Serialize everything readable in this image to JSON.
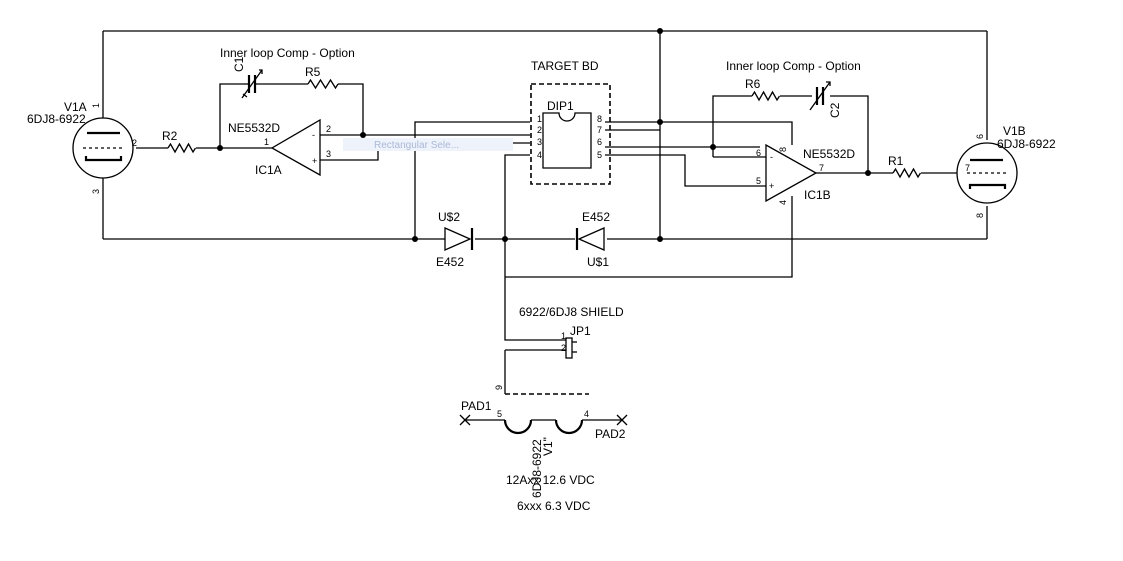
{
  "tubes": {
    "v1a": {
      "ref": "V1A",
      "part": "6DJ8-6922",
      "pins": [
        "1",
        "2",
        "3"
      ]
    },
    "v1b": {
      "ref": "V1B",
      "part": "6DJ8-6922",
      "pins": [
        "6",
        "7",
        "8"
      ]
    },
    "heater": {
      "ref": "V1\"",
      "part": "6DJ8-6922",
      "pins": [
        "5",
        "4"
      ]
    }
  },
  "opamps": {
    "ic1a": {
      "ref": "IC1A",
      "part": "NE5532D",
      "pins": [
        "1",
        "2",
        "3"
      ],
      "minus": "-",
      "plus": "+"
    },
    "ic1b": {
      "ref": "IC1B",
      "part": "NE5532D",
      "pins": [
        "6",
        "5",
        "7",
        "8",
        "4"
      ],
      "minus": "-",
      "plus": "+"
    }
  },
  "resistors": {
    "r1": "R1",
    "r2": "R2",
    "r5": "R5",
    "r6": "R6"
  },
  "capacitors": {
    "c1": "C1",
    "c2": "C2"
  },
  "notes": {
    "comp_left": "Inner loop Comp - Option",
    "comp_right": "Inner loop Comp - Option",
    "target": "TARGET BD",
    "shield": "6922/6DJ8 SHIELD",
    "heater_12": "12Axx 12.6 VDC",
    "heater_6": "6xxx 6.3 VDC",
    "selection_ghost": "Rectangular Sele..."
  },
  "dip": {
    "ref": "DIP1",
    "left_pins": [
      "1",
      "2",
      "3",
      "4"
    ],
    "right_pins": [
      "8",
      "7",
      "6",
      "5"
    ]
  },
  "diodes": {
    "us2": {
      "ref": "U$2",
      "part": "E452"
    },
    "us1": {
      "ref": "U$1",
      "part": "E452"
    }
  },
  "jumper": {
    "ref": "JP1",
    "pins": [
      "1",
      "2"
    ]
  },
  "shield_pin": "9",
  "pads": {
    "pad1": "PAD1",
    "pad2": "PAD2"
  }
}
